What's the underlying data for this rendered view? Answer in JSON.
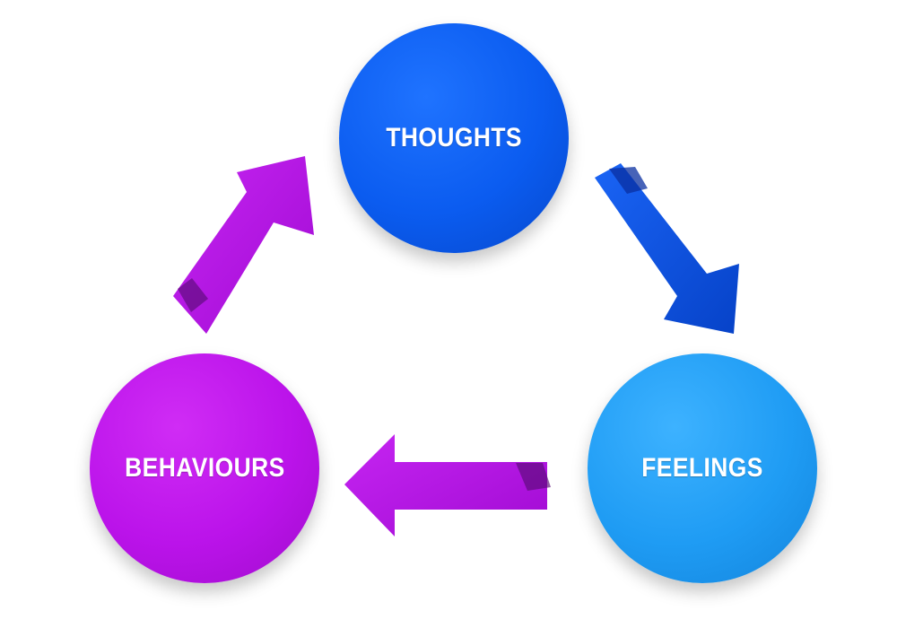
{
  "diagram": {
    "nodes": [
      {
        "label": "THOUGHTS"
      },
      {
        "label": "FEELINGS"
      },
      {
        "label": "BEHAVIOURS"
      }
    ],
    "colors": {
      "thoughts": "#0b5cf0",
      "feelings": "#1f9cf4",
      "behaviours": "#bb13ea",
      "arrow_blue": "#0a52e8",
      "arrow_purple": "#b414e6",
      "background": "#ffffff"
    },
    "edges": [
      {
        "from": "THOUGHTS",
        "to": "FEELINGS"
      },
      {
        "from": "FEELINGS",
        "to": "BEHAVIOURS"
      },
      {
        "from": "BEHAVIOURS",
        "to": "THOUGHTS"
      }
    ]
  }
}
